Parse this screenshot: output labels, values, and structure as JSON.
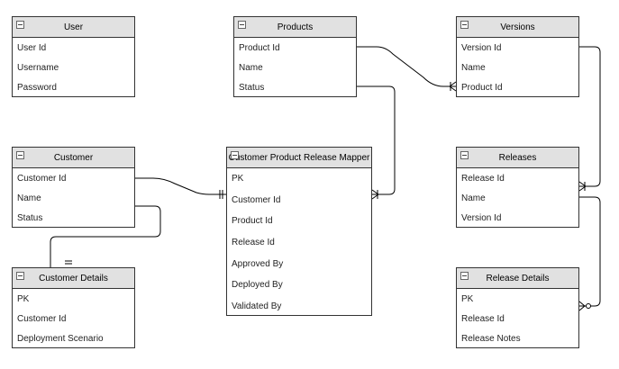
{
  "entities": {
    "user": {
      "title": "User",
      "fields": [
        "User Id",
        "Username",
        "Password"
      ]
    },
    "products": {
      "title": "Products",
      "fields": [
        "Product Id",
        "Name",
        "Status"
      ]
    },
    "versions": {
      "title": "Versions",
      "fields": [
        "Version Id",
        "Name",
        "Product Id"
      ]
    },
    "customer": {
      "title": "Customer",
      "fields": [
        "Customer Id",
        "Name",
        "Status"
      ]
    },
    "mapper": {
      "title": "Customer Product Release Mapper",
      "fields": [
        "PK",
        "Customer Id",
        "Product Id",
        "Release Id",
        "Approved By",
        "Deployed By",
        "Validated By"
      ]
    },
    "releases": {
      "title": "Releases",
      "fields": [
        "Release Id",
        "Name",
        "Version Id"
      ]
    },
    "customer_details": {
      "title": "Customer Details",
      "fields": [
        "PK",
        "Customer Id",
        "Deployment Scenario"
      ]
    },
    "release_details": {
      "title": "Release Details",
      "fields": [
        "PK",
        "Release Id",
        "Release Notes"
      ]
    }
  },
  "relationships": [
    {
      "from": "products",
      "from_field": "Product Id",
      "to": "versions",
      "to_field": "Product Id",
      "cardinality": "one-to-many"
    },
    {
      "from": "products",
      "from_field": "Status",
      "to": "mapper",
      "to_field": "Customer Id",
      "cardinality": "one-to-many"
    },
    {
      "from": "customer",
      "from_field": "Customer Id",
      "to": "mapper",
      "to_field": "Customer Id",
      "cardinality": "to-one"
    },
    {
      "from": "customer",
      "from_field": "Status",
      "to": "customer_details",
      "to_field": "Customer Details",
      "cardinality": "to-one"
    },
    {
      "from": "versions",
      "from_field": "Version Id",
      "to": "releases",
      "to_field": "Release Id",
      "cardinality": "one-to-many"
    },
    {
      "from": "releases",
      "from_field": "Name",
      "to": "release_details",
      "to_field": "PK",
      "cardinality": "zero-or-many"
    }
  ],
  "colors": {
    "header": "#e1e1e1",
    "border": "#333333",
    "line": "#000000"
  }
}
